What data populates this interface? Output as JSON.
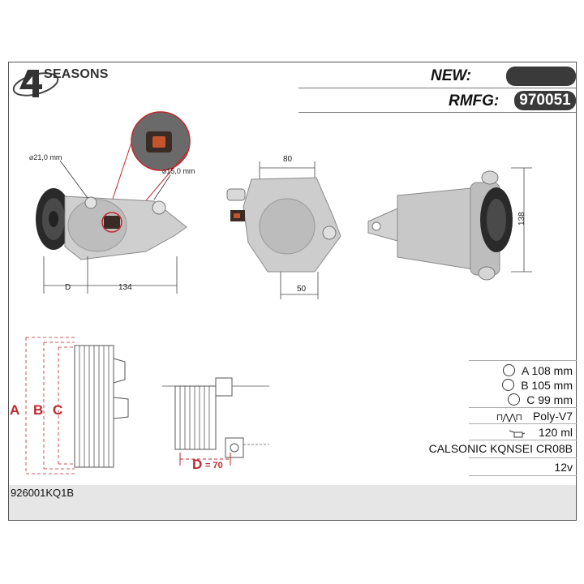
{
  "brand": {
    "name": "SEASONS",
    "logo_numeral": "4"
  },
  "header": {
    "new_label": "NEW:",
    "new_value": "",
    "rmfg_label": "RMFG:",
    "rmfg_value": "970051"
  },
  "photo_dims": {
    "fitting_large": "21,0 mm",
    "fitting_small": "15,0 mm",
    "left_d": "D",
    "left_length": "134",
    "top_width": "80",
    "bottom_width": "50",
    "height": "138"
  },
  "pulley_diagram": {
    "letters": [
      "A",
      "B",
      "C"
    ],
    "d_label": "D",
    "d_value": "= 70"
  },
  "specs": [
    {
      "icon": "diameter-icon",
      "text": "A 108 mm"
    },
    {
      "icon": "diameter-icon",
      "text": "B 105 mm"
    },
    {
      "icon": "diameter-icon",
      "text": "C 99 mm"
    },
    {
      "icon": "belt-groove-icon",
      "text": "Poly-V7"
    },
    {
      "icon": "oil-can-icon",
      "text": "120 ml"
    },
    {
      "icon": "",
      "text": "CALSONIC KQNSEI CR08B"
    },
    {
      "icon": "",
      "text": "12v"
    }
  ],
  "footer": {
    "part_number": "926001KQ1B"
  },
  "colors": {
    "accent_red": "#c0272d",
    "pill": "#3a3a3a",
    "metal": "#c9c9c9"
  }
}
